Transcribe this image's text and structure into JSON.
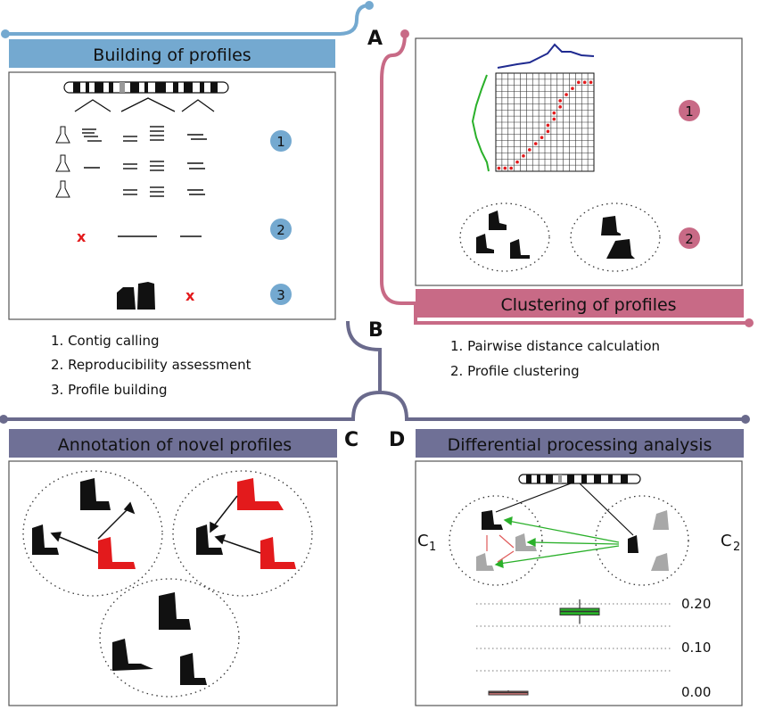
{
  "colors": {
    "blue": "#74a9d0",
    "pink": "#c86a86",
    "gray_purple": "#6a6a8c",
    "header_ab_bg": "#6f7096",
    "red": "#e31a1c",
    "green": "#2ab02a",
    "navy": "#1f2a90",
    "gray_profile": "#a8a8a8"
  },
  "labels": {
    "a": "A",
    "b": "B",
    "c": "C",
    "d": "D"
  },
  "panels": {
    "building": {
      "title": "Building of profiles",
      "badges": [
        "1",
        "2",
        "3"
      ],
      "x_mark": "x",
      "steps": [
        "1. Contig calling",
        "2. Reproducibility assessment",
        "3. Profile building"
      ]
    },
    "clustering": {
      "title": "Clustering of profiles",
      "badges": [
        "1",
        "2"
      ],
      "steps": [
        "1. Pairwise distance calculation",
        "2. Profile clustering"
      ]
    },
    "annotation": {
      "title": "Annotation of novel profiles"
    },
    "differential": {
      "title": "Differential processing analysis",
      "cluster_labels": [
        "C",
        "1",
        "C",
        "2"
      ],
      "axis_ticks": [
        "0.20",
        "0.10",
        "0.00"
      ],
      "boxplots": [
        {
          "name": "green",
          "q1": 0.175,
          "median": 0.183,
          "q3": 0.19,
          "min": 0.155,
          "max": 0.21
        },
        {
          "name": "red",
          "q1": -0.003,
          "median": 0.001,
          "q3": 0.004,
          "min": -0.004,
          "max": 0.006
        }
      ]
    }
  }
}
